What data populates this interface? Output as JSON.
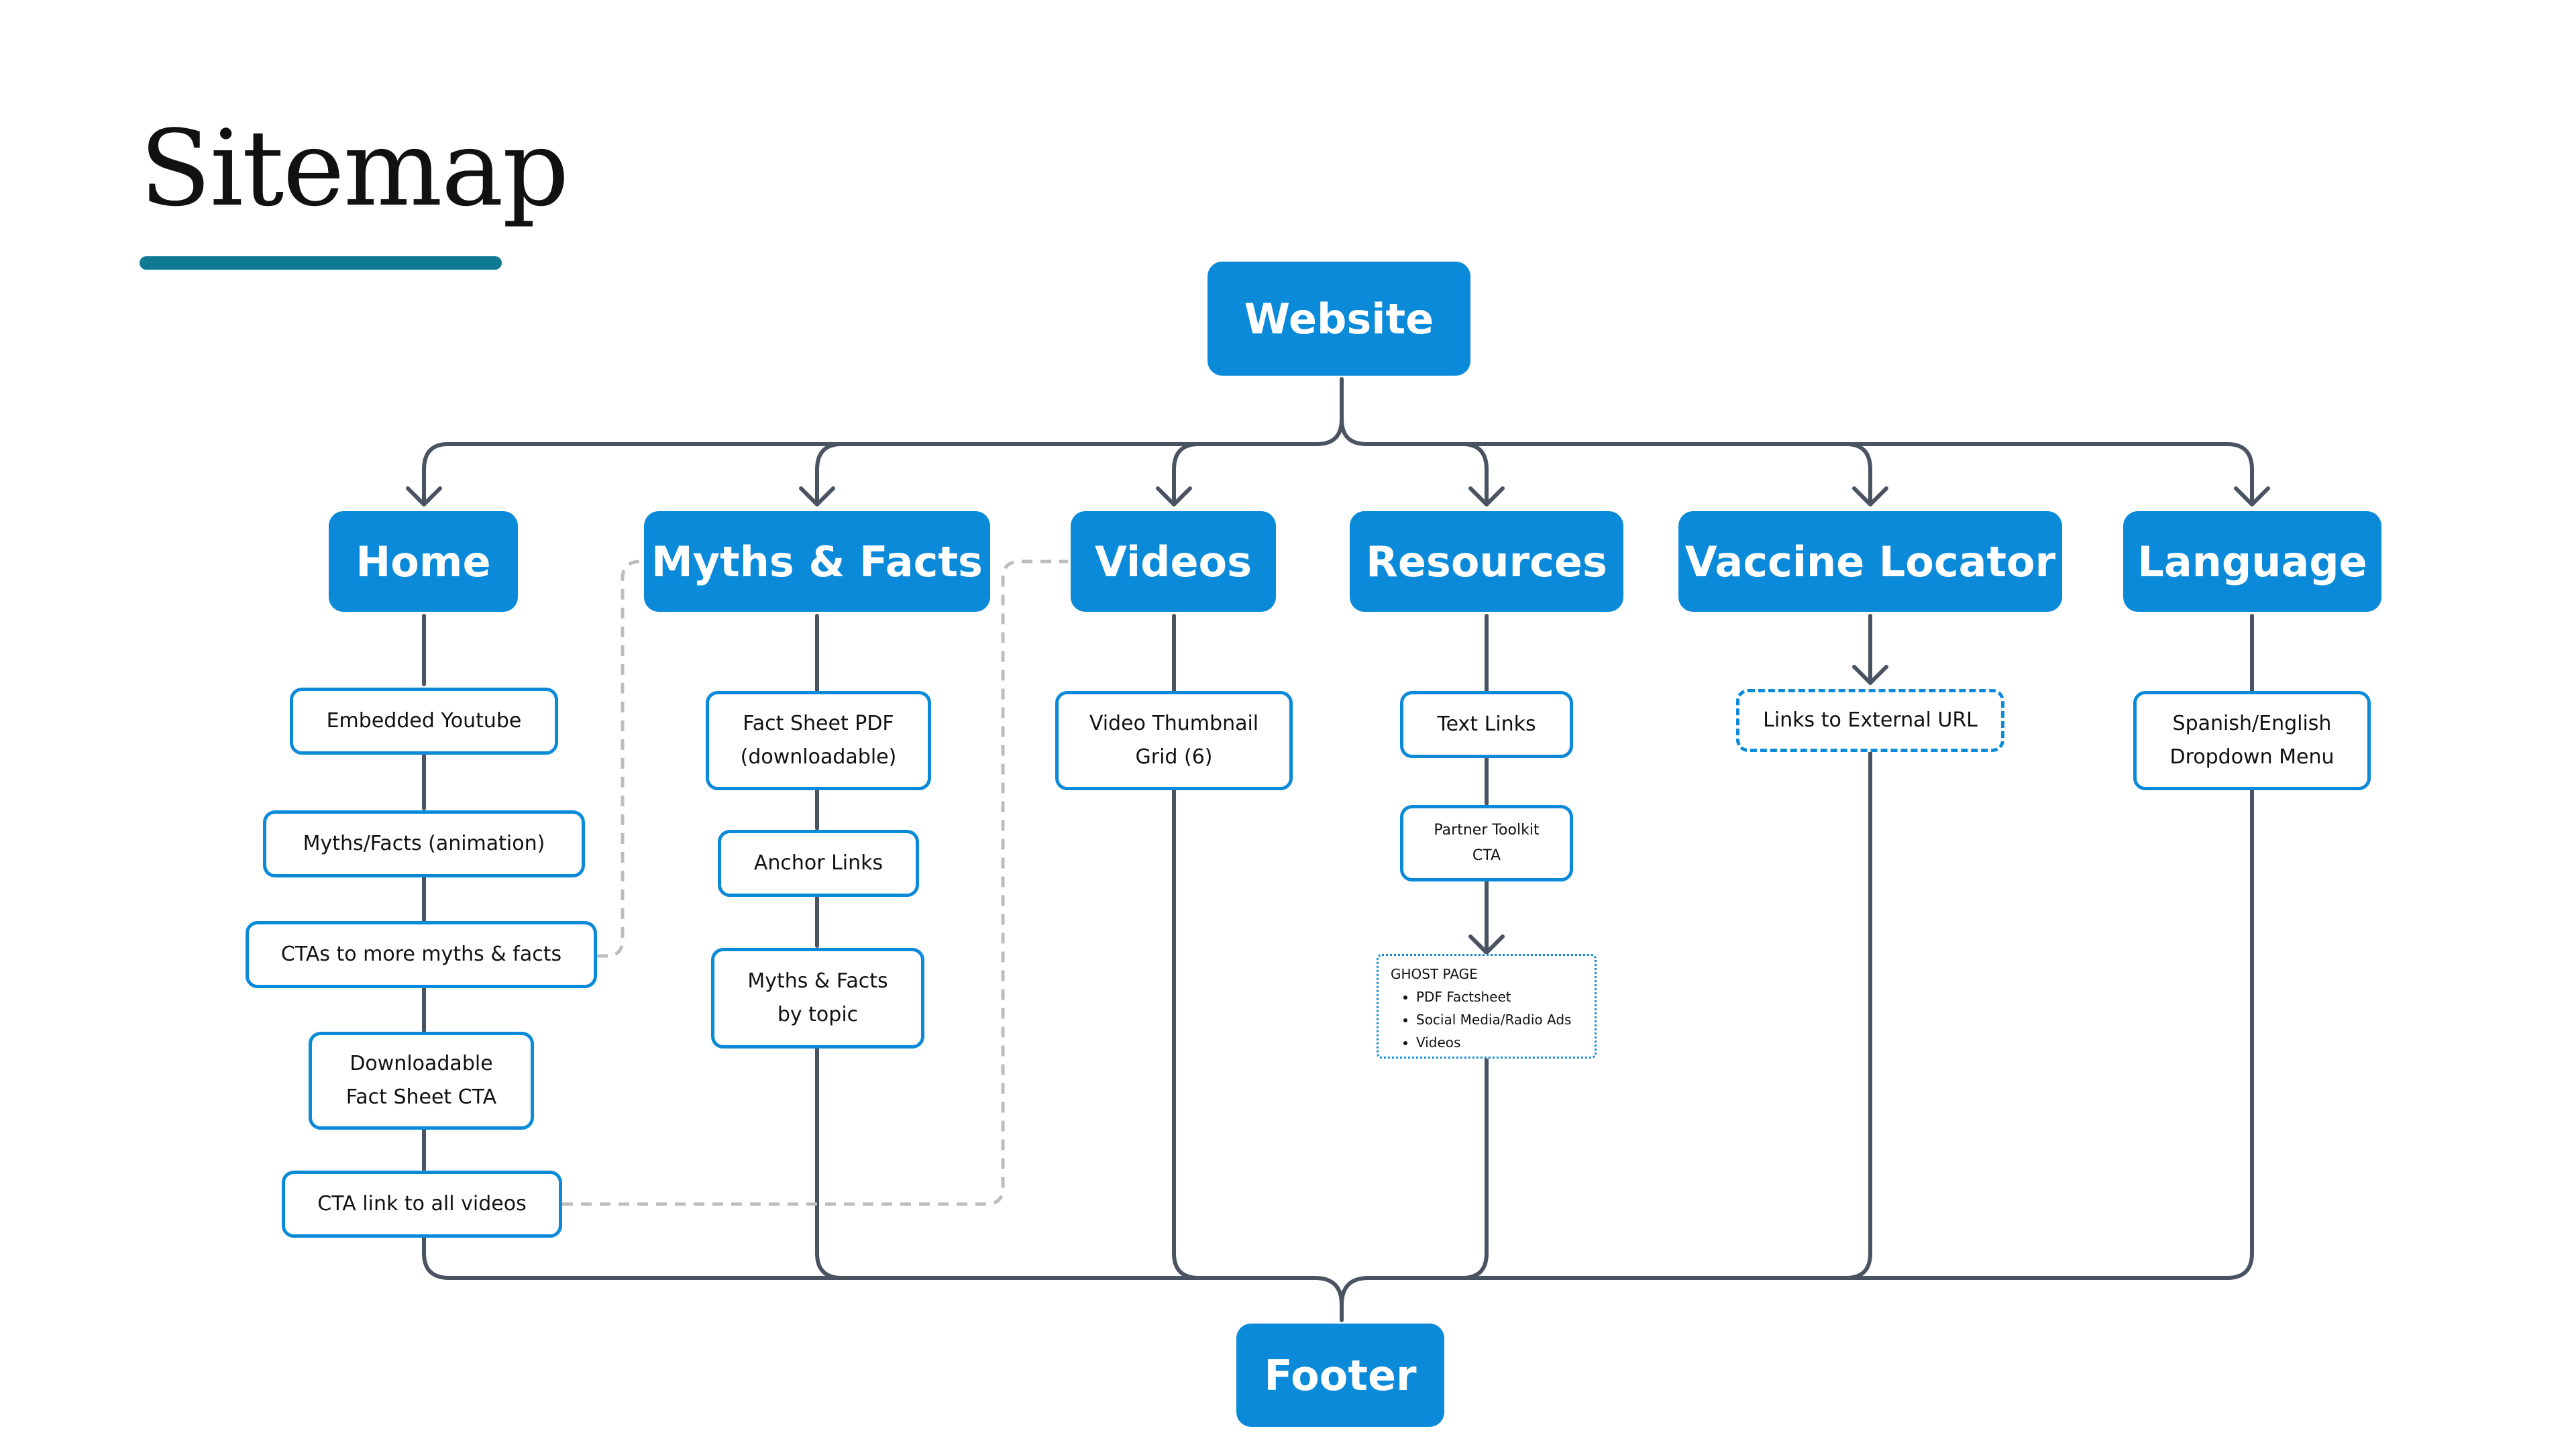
{
  "title": "Sitemap",
  "colors": {
    "primary": "#0a8ad9",
    "accent": "#0e7a94",
    "connector": "#4a5361",
    "cross_link": "#bdbdbd"
  },
  "root": {
    "label": "Website"
  },
  "footer": {
    "label": "Footer"
  },
  "sections": [
    {
      "label": "Home",
      "items": [
        "Embedded Youtube",
        "Myths/Facts (animation)",
        "CTAs to more myths & facts",
        "Downloadable\nFact Sheet CTA",
        "CTA link to all videos"
      ]
    },
    {
      "label": "Myths & Facts",
      "items": [
        "Fact Sheet PDF\n(downloadable)",
        "Anchor Links",
        "Myths & Facts\nby topic"
      ]
    },
    {
      "label": "Videos",
      "items": [
        "Video Thumbnail\nGrid (6)"
      ]
    },
    {
      "label": "Resources",
      "items": [
        "Text Links",
        "Partner Toolkit\nCTA"
      ]
    },
    {
      "label": "Vaccine Locator",
      "items": [
        "Links to External URL"
      ]
    },
    {
      "label": "Language",
      "items": [
        "Spanish/English\nDropdown Menu"
      ]
    }
  ],
  "ghost_page": {
    "title": "GHOST PAGE",
    "items": [
      "PDF Factsheet",
      "Social Media/Radio Ads",
      "Videos"
    ]
  }
}
